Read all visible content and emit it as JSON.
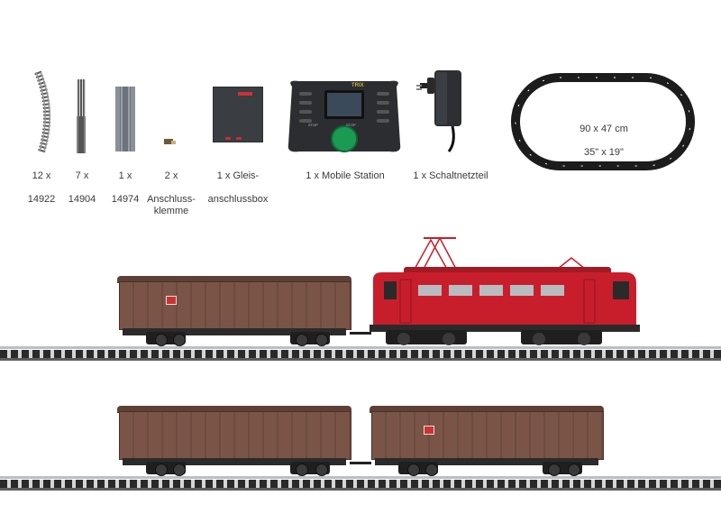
{
  "components": [
    {
      "qty": "12 x",
      "code": "14922"
    },
    {
      "qty": "7 x",
      "code": "14904"
    },
    {
      "qty": "1 x",
      "code": "14974"
    },
    {
      "qty": "2 x",
      "code": "Anschluss-\nklemme"
    },
    {
      "qty": "1 x Gleis-",
      "code": "anschlussbox"
    },
    {
      "qty": "1 x Mobile Station",
      "code": ""
    },
    {
      "qty": "1 x Schaltnetzteil",
      "code": ""
    }
  ],
  "layout": {
    "size_cm": "90 x 47 cm",
    "size_in": "35\" x 19\""
  },
  "controller": {
    "brand": "TRIX",
    "stop_left": "STOP",
    "stop_right": "STOP"
  },
  "colors": {
    "locomotive": "#c81e2b",
    "wagon": "#7a5547"
  }
}
